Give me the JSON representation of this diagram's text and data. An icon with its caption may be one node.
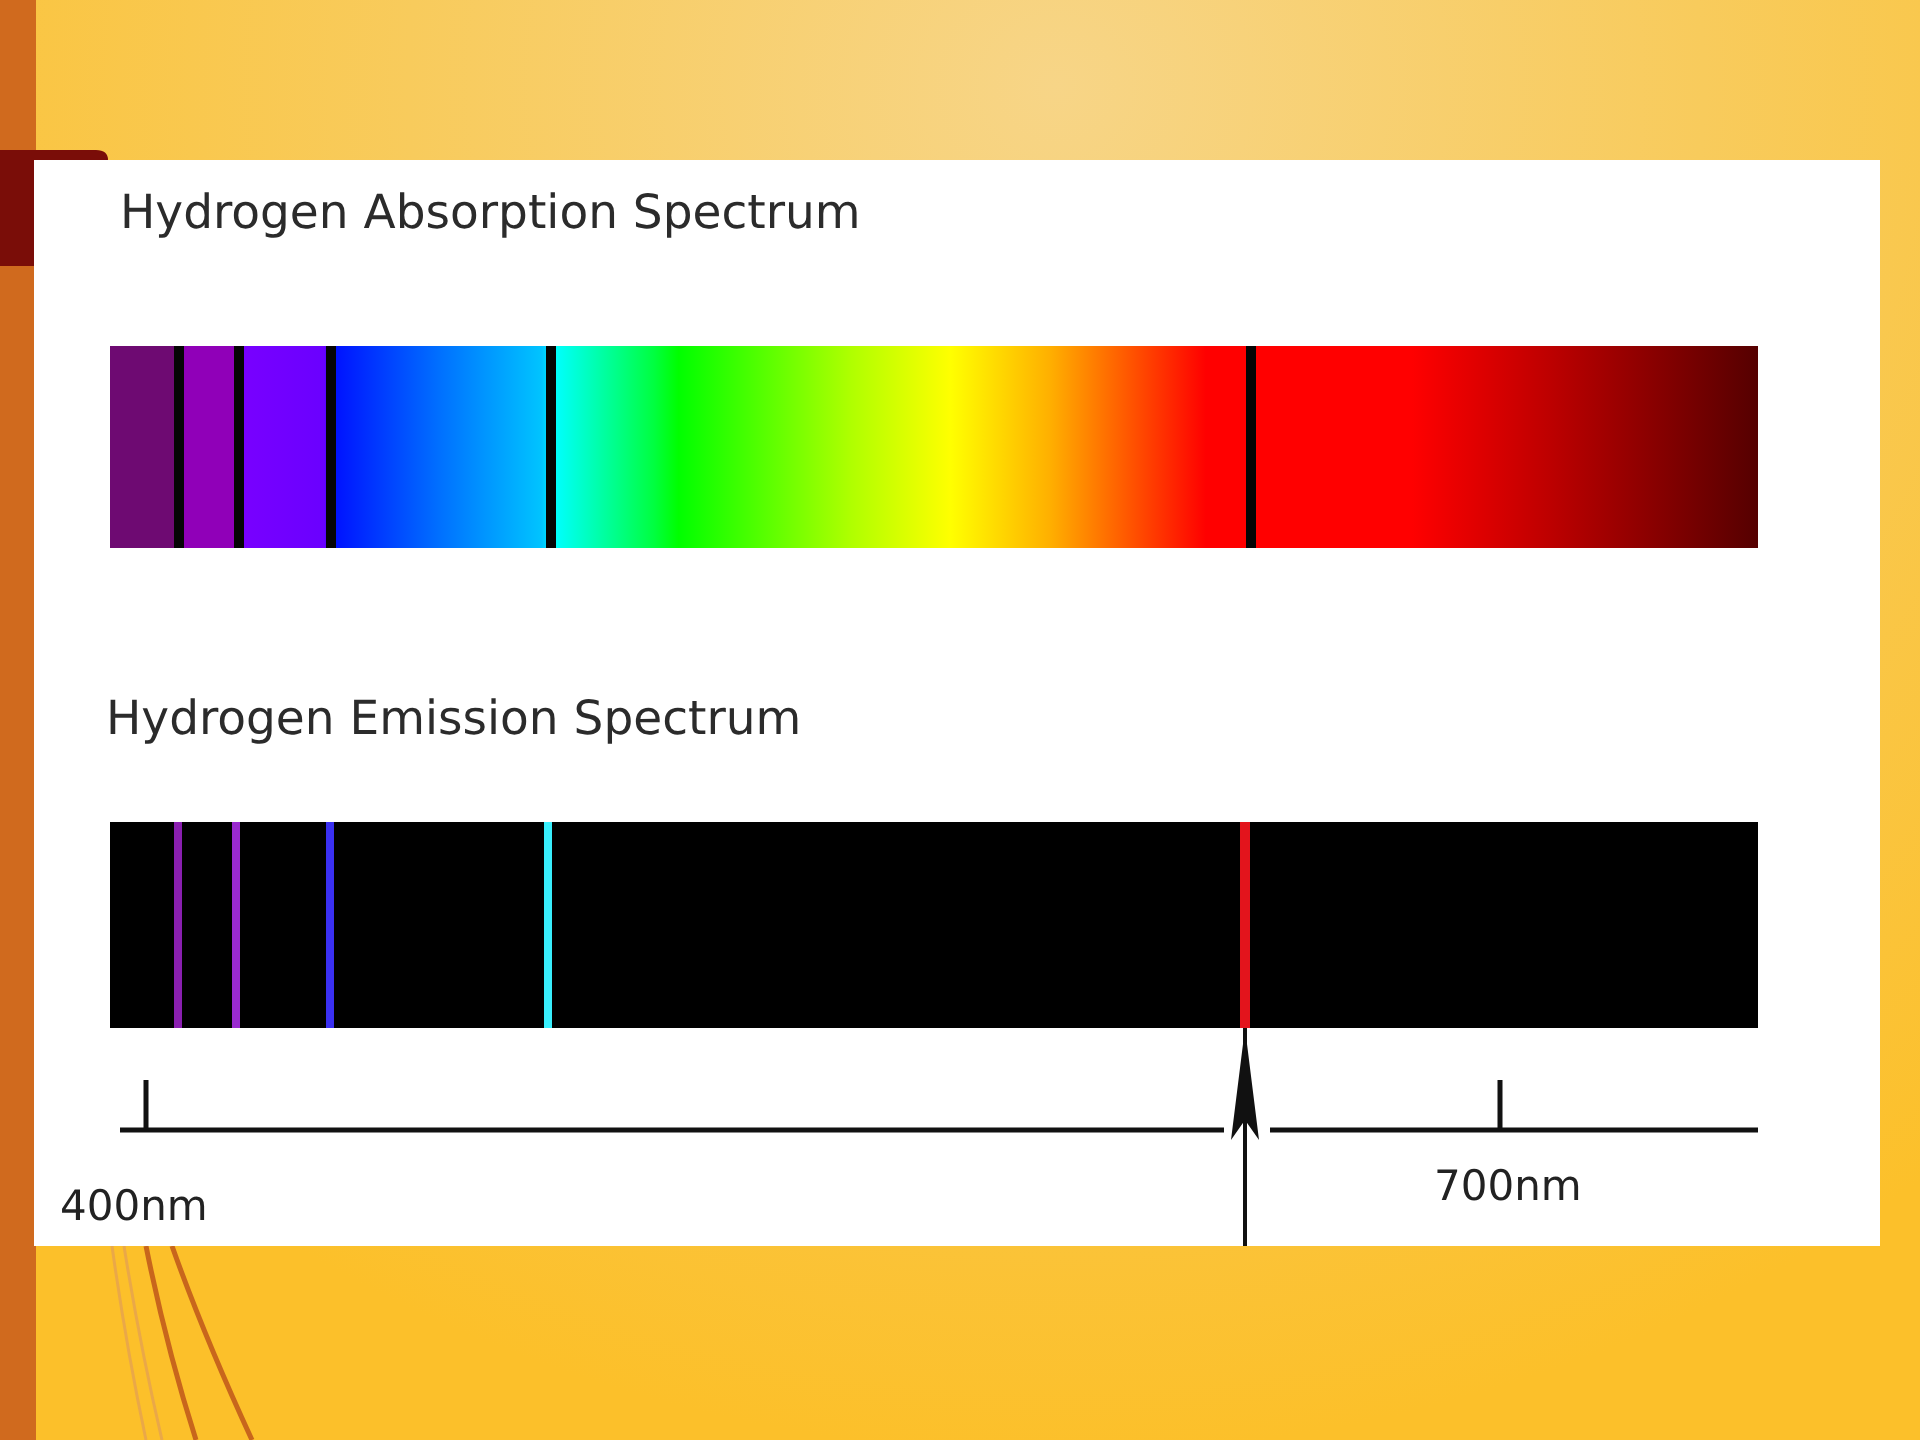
{
  "diagram": {
    "nodes": [
      {
        "text": [
          "Hydrogen Absorption Spectrum"
        ]
      },
      {
        "text": [
          "Hydrogen Emission Spectrum"
        ]
      },
      {
        "text": [],
        "shape": "bar",
        "in": 1
      }
    ],
    "edges": [
      {
        "from": null,
        "to": 2,
        "arrow": "to"
      }
    ],
    "labels": [
      "400nm",
      "700nm"
    ]
  }
}
